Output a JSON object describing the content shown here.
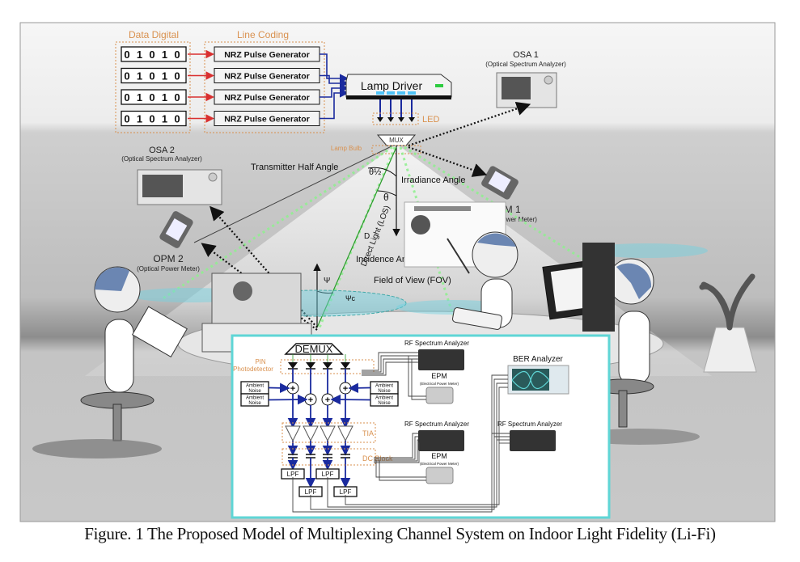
{
  "figure": {
    "caption": "Figure. 1 The Proposed Model of Multiplexing Channel System on Indoor Light Fidelity (Li-Fi)"
  },
  "transmitter": {
    "data_digital_label": "Data Digital",
    "line_coding_label": "Line Coding",
    "bit_patterns": [
      [
        "0",
        "1",
        "0",
        "1",
        "0"
      ],
      [
        "0",
        "1",
        "0",
        "1",
        "0"
      ],
      [
        "0",
        "1",
        "0",
        "1",
        "0"
      ],
      [
        "0",
        "1",
        "0",
        "1",
        "0"
      ]
    ],
    "pulse_generators": [
      "NRZ Pulse Generator",
      "NRZ Pulse Generator",
      "NRZ Pulse Generator",
      "NRZ Pulse Generator"
    ],
    "lamp_driver_label": "Lamp Driver",
    "led_label": "LED",
    "mux_label": "MUX",
    "lamp_bulb_label": "Lamp Bulb"
  },
  "instruments": {
    "osa1": {
      "title": "OSA 1",
      "subtitle": "(Optical Spectrum Analyzer)"
    },
    "osa2": {
      "title": "OSA 2",
      "subtitle": "(Optical Spectrum Analyzer)"
    },
    "opm1": {
      "title": "OPM 1",
      "subtitle": "(Optical Power Meter)"
    },
    "opm2": {
      "title": "OPM 2",
      "subtitle": "(Optical Power Meter)"
    }
  },
  "channel": {
    "transmitter_half_angle": "Transmitter Half Angle",
    "theta_half_symbol": "θ½",
    "irradiance_angle": "Irradiance Angle",
    "theta_symbol": "θ",
    "direct_light": "Direct Light (LOS)",
    "distance_symbol": "D",
    "incidence_angle": "Incidence Angle",
    "psi_symbol": "Ψ",
    "field_of_view": "Field of View (FOV)",
    "psi_c_symbol": "Ψc"
  },
  "receiver": {
    "demux_label": "DEMUX",
    "pin_label_line1": "PIN",
    "pin_label_line2": "Photodetector",
    "noise_labels": [
      [
        "Ambient",
        "Noise"
      ],
      [
        "Ambient",
        "Noise"
      ],
      [
        "Ambient",
        "Noise"
      ],
      [
        "Ambient",
        "Noise"
      ]
    ],
    "tia_label": "TIA",
    "dc_block_label": "DC Block",
    "lpf_labels": [
      "LPF",
      "LPF",
      "LPF",
      "LPF"
    ],
    "rf_analyzer_top": "RF Spectrum Analyzer",
    "rf_analyzer_mid": "RF Spectrum Analyzer",
    "rf_analyzer_right": "RF Spectrum Analyzer",
    "epm_top": {
      "title": "EPM",
      "subtitle": "(Electrical Power Meter)"
    },
    "epm_bottom": {
      "title": "EPM",
      "subtitle": "(Electrical Power Meter)"
    },
    "ber_label": "BER Analyzer"
  },
  "colors": {
    "label_orange": "#d9914f",
    "signal_red": "#d93030",
    "signal_blue": "#1a2a9e",
    "receiver_border": "#5fd6d6",
    "light_green": "#8ef08e",
    "head_blue": "#6b86b2"
  }
}
